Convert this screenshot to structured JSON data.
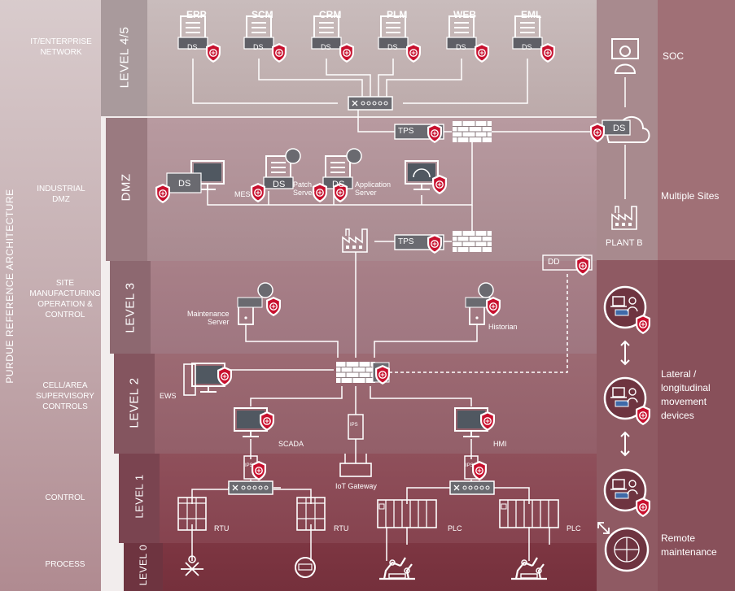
{
  "side_title": "PURDUE REFERENCE ARCHITECTURE",
  "zones": [
    {
      "label": "IT/ENTERPRISE\nNETWORK",
      "level": "LEVEL 4/5"
    },
    {
      "label": "INDUSTRIAL\nDMZ",
      "level": "DMZ"
    },
    {
      "label": "SITE\nMANUFACTURING\nOPERATION &\nCONTROL",
      "level": "LEVEL 3"
    },
    {
      "label": "CELL/AREA\nSUPERVISORY\nCONTROLS",
      "level": "LEVEL 2"
    },
    {
      "label": "CONTROL",
      "level": "LEVEL 1"
    },
    {
      "label": "PROCESS",
      "level": "LEVEL 0"
    }
  ],
  "servers": [
    "ERP",
    "SCM",
    "CRM",
    "PLM",
    "WEB",
    "EML"
  ],
  "ds": "DS",
  "tps": "TPS",
  "dd": "DD",
  "ips": "IPS",
  "dmz_labels": {
    "mes": "MES",
    "patch": "Patch\nServer",
    "app": "Application\nServer"
  },
  "l3_labels": {
    "maintenance": "Maintenance\nServer",
    "historian": "Historian"
  },
  "l2_labels": {
    "ews": "EWS",
    "scada": "SCADA",
    "hmi": "HMI",
    "iot": "IoT Gateway"
  },
  "l1_labels": {
    "rtu1": "RTU",
    "rtu2": "RTU",
    "plc1": "PLC",
    "plc2": "PLC"
  },
  "right_labels": {
    "soc": "SOC",
    "multiple_sites": "Multiple Sites",
    "plant_b": "PLANT B",
    "lateral": "Lateral /\nlongitudinal\nmovement\ndevices",
    "remote": "Remote\nmaintenance"
  }
}
